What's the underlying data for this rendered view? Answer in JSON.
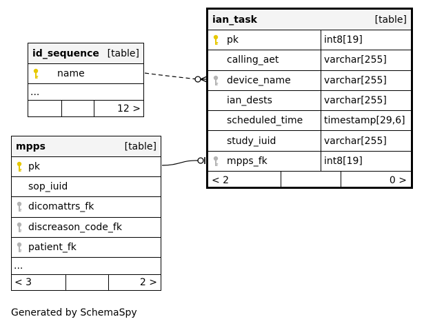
{
  "generated_by": "Generated by SchemaSpy",
  "tables": {
    "ian_task": {
      "name": "ian_task",
      "kind": "[table]",
      "columns": [
        {
          "name": "pk",
          "type": "int8[19]",
          "key": "primary-key-icon"
        },
        {
          "name": "calling_aet",
          "type": "varchar[255]",
          "key": ""
        },
        {
          "name": "device_name",
          "type": "varchar[255]",
          "key": "foreign-key-icon"
        },
        {
          "name": "ian_dests",
          "type": "varchar[255]",
          "key": ""
        },
        {
          "name": "scheduled_time",
          "type": "timestamp[29,6]",
          "key": ""
        },
        {
          "name": "study_iuid",
          "type": "varchar[255]",
          "key": ""
        },
        {
          "name": "mpps_fk",
          "type": "int8[19]",
          "key": "foreign-key-icon"
        }
      ],
      "footer": {
        "left": "< 2",
        "middle": "",
        "right": "0 >"
      }
    },
    "id_sequence": {
      "name": "id_sequence",
      "kind": "[table]",
      "columns": [
        {
          "name": "name",
          "key": "primary-key-icon"
        }
      ],
      "more": "...",
      "footer": {
        "left": "",
        "middle": "",
        "right": "12 >"
      }
    },
    "mpps": {
      "name": "mpps",
      "kind": "[table]",
      "columns": [
        {
          "name": "pk",
          "key": "primary-key-icon"
        },
        {
          "name": "sop_iuid",
          "key": ""
        },
        {
          "name": "dicomattrs_fk",
          "key": "foreign-key-icon"
        },
        {
          "name": "discreason_code_fk",
          "key": "foreign-key-icon"
        },
        {
          "name": "patient_fk",
          "key": "foreign-key-icon"
        }
      ],
      "more": "...",
      "footer": {
        "left": "< 3",
        "middle": "",
        "right": "2 >"
      }
    }
  },
  "relationships": [
    {
      "from": "id_sequence.name",
      "to": "ian_task.device_name",
      "style": "dashed"
    },
    {
      "from": "mpps.pk",
      "to": "ian_task.mpps_fk",
      "style": "solid"
    }
  ],
  "colors": {
    "primary_key": "#e6c800",
    "foreign_key": "#b4b4b4",
    "header_bg": "#f4f4f4"
  }
}
